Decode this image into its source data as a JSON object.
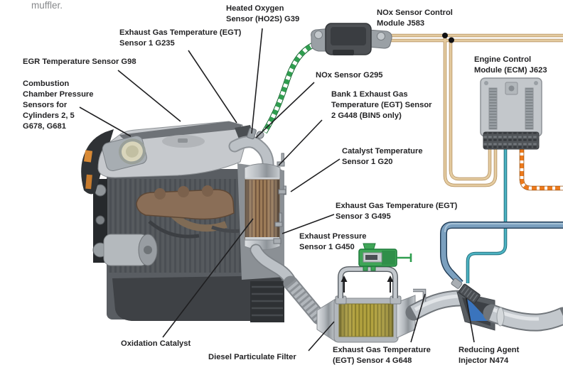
{
  "intro_text": "muffler.",
  "labels": {
    "heated_oxygen": [
      "Heated Oxygen",
      "Sensor (HO2S) G39"
    ],
    "nox_module": [
      "NOx Sensor Control",
      "Module J583"
    ],
    "egt1": [
      "Exhaust Gas Temperature (EGT)",
      "Sensor 1 G235"
    ],
    "egr": [
      "EGR Temperature Sensor G98"
    ],
    "combustion": [
      "Combustion",
      "Chamber Pressure",
      "Sensors for",
      "Cylinders 2, 5",
      "G678, G681"
    ],
    "nox_g295": [
      "NOx Sensor G295"
    ],
    "egt2": [
      "Bank 1 Exhaust Gas",
      "Temperature (EGT) Sensor",
      "2 G448 (BIN5 only)"
    ],
    "cat_temp": [
      "Catalyst Temperature",
      "Sensor 1 G20"
    ],
    "ecm": [
      "Engine Control",
      "Module (ECM) J623"
    ],
    "egt3": [
      "Exhaust Gas Temperature (EGT)",
      "Sensor 3 G495"
    ],
    "pressure": [
      "Exhaust Pressure",
      "Sensor 1 G450"
    ],
    "oxidation": [
      "Oxidation Catalyst"
    ],
    "dpf": [
      "Diesel Particulate Filter"
    ],
    "egt4": [
      "Exhaust Gas Temperature",
      "(EGT) Sensor 4 G648"
    ],
    "n474": [
      "Reducing Agent",
      "Injector N474"
    ]
  },
  "components": {
    "engine": "diesel-engine-illustration",
    "nox_control_module": "dark module box with mounting brackets",
    "ecm_module": "grey control unit with bottom connector",
    "oxidation_catalyst": "vertical brown-striped canister",
    "diesel_particulate_filter": "horizontal olive-striped canister",
    "exhaust_pressure_sensor": "green sensor over U-tube",
    "reducing_agent_injector": "injector with blue spray into pipe"
  },
  "colors": {
    "label_text": "#232325",
    "intro_text": "#87898c",
    "wire_tan": "#e4cba0",
    "wire_orange_dashed": "#ed7a1c",
    "cable_green_dashed": "#2f9e4f",
    "wire_teal": "#4db3c2",
    "pipe_steel_blue": "#7ba0bf",
    "catalyst_stripes": "#9d7c58",
    "dpf_stripes": "#b2a23f",
    "injector_spray_blue": "#3a74bd"
  }
}
